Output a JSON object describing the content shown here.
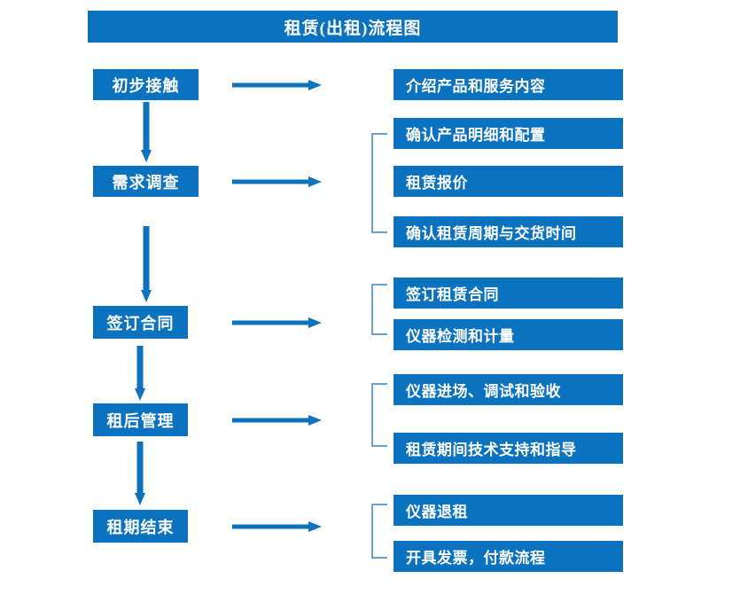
{
  "title": {
    "text": "租赁(出租)流程图"
  },
  "colors": {
    "box_blue": "#0B72BF",
    "arrow_blue": "#0E72BC",
    "bracket_blue": "#6C9FD6",
    "text_white": "#FFFFFF",
    "background": "#FFFFFF"
  },
  "stages": [
    {
      "label": "初步接触"
    },
    {
      "label": "需求调查"
    },
    {
      "label": "签订合同"
    },
    {
      "label": "租后管理"
    },
    {
      "label": "租期结束"
    }
  ],
  "details": {
    "group1": [
      {
        "label": "介绍产品和服务内容"
      }
    ],
    "group2": [
      {
        "label": "确认产品明细和配置"
      },
      {
        "label": "租赁报价"
      },
      {
        "label": "确认租赁周期与交货时间"
      }
    ],
    "group3": [
      {
        "label": "签订租赁合同"
      },
      {
        "label": "仪器检测和计量"
      }
    ],
    "group4": [
      {
        "label": "仪器进场、调试和验收"
      },
      {
        "label": "租赁期间技术支持和指导"
      }
    ],
    "group5": [
      {
        "label": "仪器退租"
      },
      {
        "label": "开具发票，付款流程"
      }
    ]
  }
}
